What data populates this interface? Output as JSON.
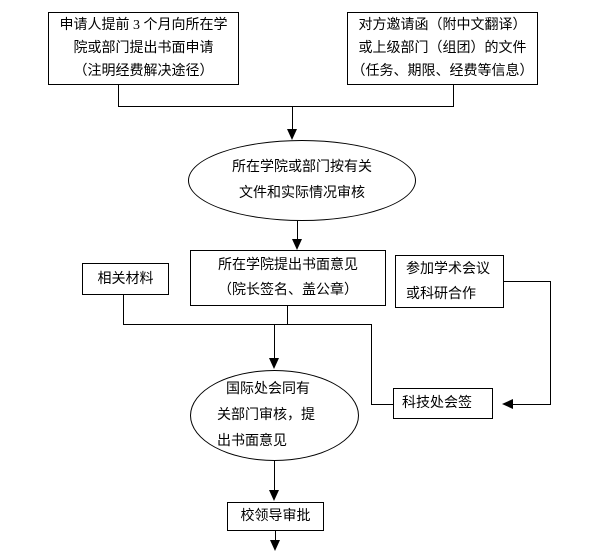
{
  "colors": {
    "ink": "#000000",
    "background": "#ffffff"
  },
  "nodes": {
    "applicant_request": {
      "lines": [
        "申请人提前 3 个月向所在学",
        "院或部门提出书面申请",
        "（注明经费解决途径）"
      ]
    },
    "invitation_letter": {
      "lines": [
        "对方邀请函（附中文翻译）",
        "或上级部门（组团）的文件",
        "（任务、期限、经费等信息）"
      ]
    },
    "college_review": {
      "lines": [
        "所在学院或部门按有关",
        "文件和实际情况审核"
      ]
    },
    "related_materials": {
      "label": "相关材料"
    },
    "college_opinion": {
      "lines": [
        "所在学院提出书面意见",
        "（院长签名、盖公章）"
      ]
    },
    "academic_conference": {
      "lines": [
        "参加学术会议",
        "或科研合作"
      ]
    },
    "sci_tech_countersign": {
      "label": "科技处会签"
    },
    "international_office_review": {
      "lines": [
        "国际处会同有",
        "关部门审核，提",
        "出书面意见"
      ]
    },
    "leader_approval": {
      "label": "校领导审批"
    }
  }
}
